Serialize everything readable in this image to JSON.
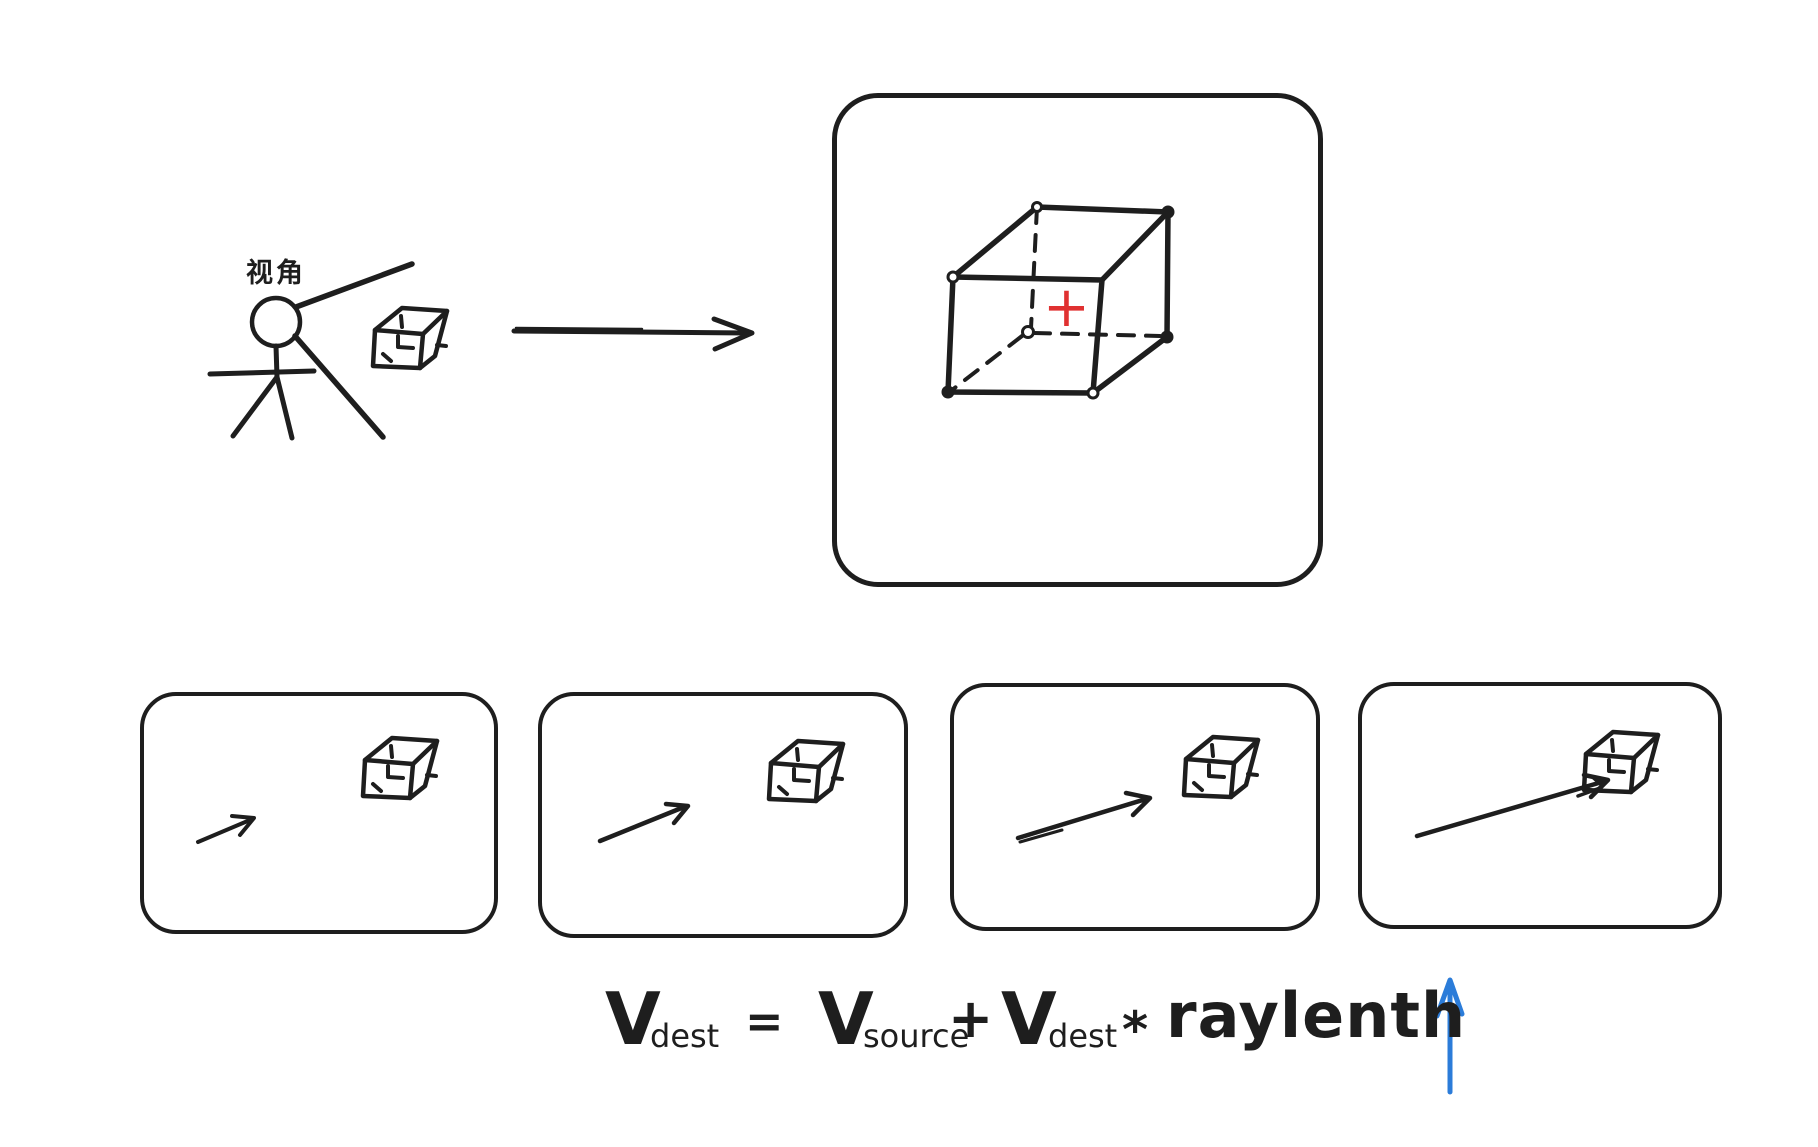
{
  "background": "#ffffff",
  "ink_color": "#1e1e1e",
  "accent_red": "#e03131",
  "accent_blue": "#2b7cd9",
  "scene": {
    "viewpoint_label": "视角",
    "center_marker": "+",
    "icons": {
      "viewer": "stick-figure-icon",
      "object": "cube-icon",
      "mapping_arrow": "right-arrow-icon",
      "ray_arrows": "ray-arrow-icon",
      "raylength_pointer": "blue-up-arrow-icon"
    }
  },
  "formula": {
    "v1": "V",
    "v1_sub": "dest",
    "equals": "=",
    "v2": "V",
    "v2_sub": "source",
    "plus": "+",
    "v3": "V",
    "v3_sub": "dest",
    "star": "*",
    "raylength_word": "raylenth"
  }
}
